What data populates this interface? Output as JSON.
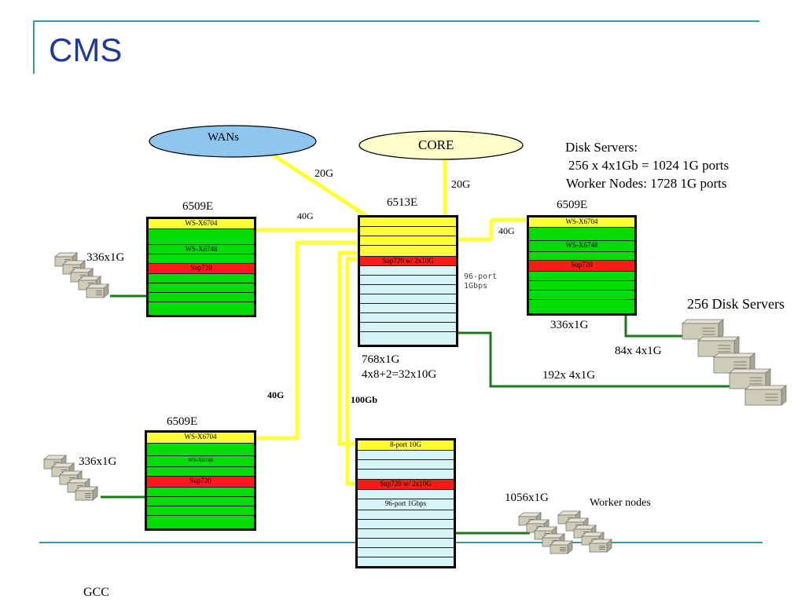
{
  "slide": {
    "title": "CMS",
    "footer": "GCC"
  },
  "clouds": {
    "wans": "WANs",
    "core": "CORE"
  },
  "summary": {
    "line1": "Disk Servers:",
    "line2": "256 x 4x1Gb  = 1024 1G ports",
    "line3": "Worker Nodes: 1728 1G ports"
  },
  "links": {
    "wan_speed": "20G",
    "core_speed": "20G",
    "left_top_speed": "40G",
    "right_speed": "40G",
    "left_bottom_speed": "40G",
    "mid_speed": "100Gb"
  },
  "switches": {
    "core_switch": {
      "name": "6513E",
      "sup_label": "Sup720 w/ 2x10G",
      "note": "96-port\n1Gbps",
      "ports1": "768x1G",
      "ports2": "4x8+2=32x10G"
    },
    "top_left": {
      "name": "6509E",
      "card1": "WS-X6704",
      "card2": "WS-X6748",
      "sup": "Sup720",
      "hosts": "336x1G"
    },
    "top_right": {
      "name": "6509E",
      "card1": "WS-X6704",
      "card2": "WS-X6748",
      "sup": "Sup720",
      "hosts": "336x1G"
    },
    "bottom_left": {
      "name": "6509E",
      "card1": "WS-X6704",
      "card2": "WS-X6748",
      "sup": "Sup720",
      "hosts": "336x1G"
    },
    "bottom_mid": {
      "card1": "8-port 10G",
      "sup": "Sup720 w/ 2x10G",
      "card2": "96-port 1Gbps",
      "hosts": "1056x1G",
      "hosts_label": "Worker nodes"
    }
  },
  "disk": {
    "title": "256 Disk Servers",
    "link1": "84x 4x1G",
    "link2": "192x 4x1G"
  }
}
